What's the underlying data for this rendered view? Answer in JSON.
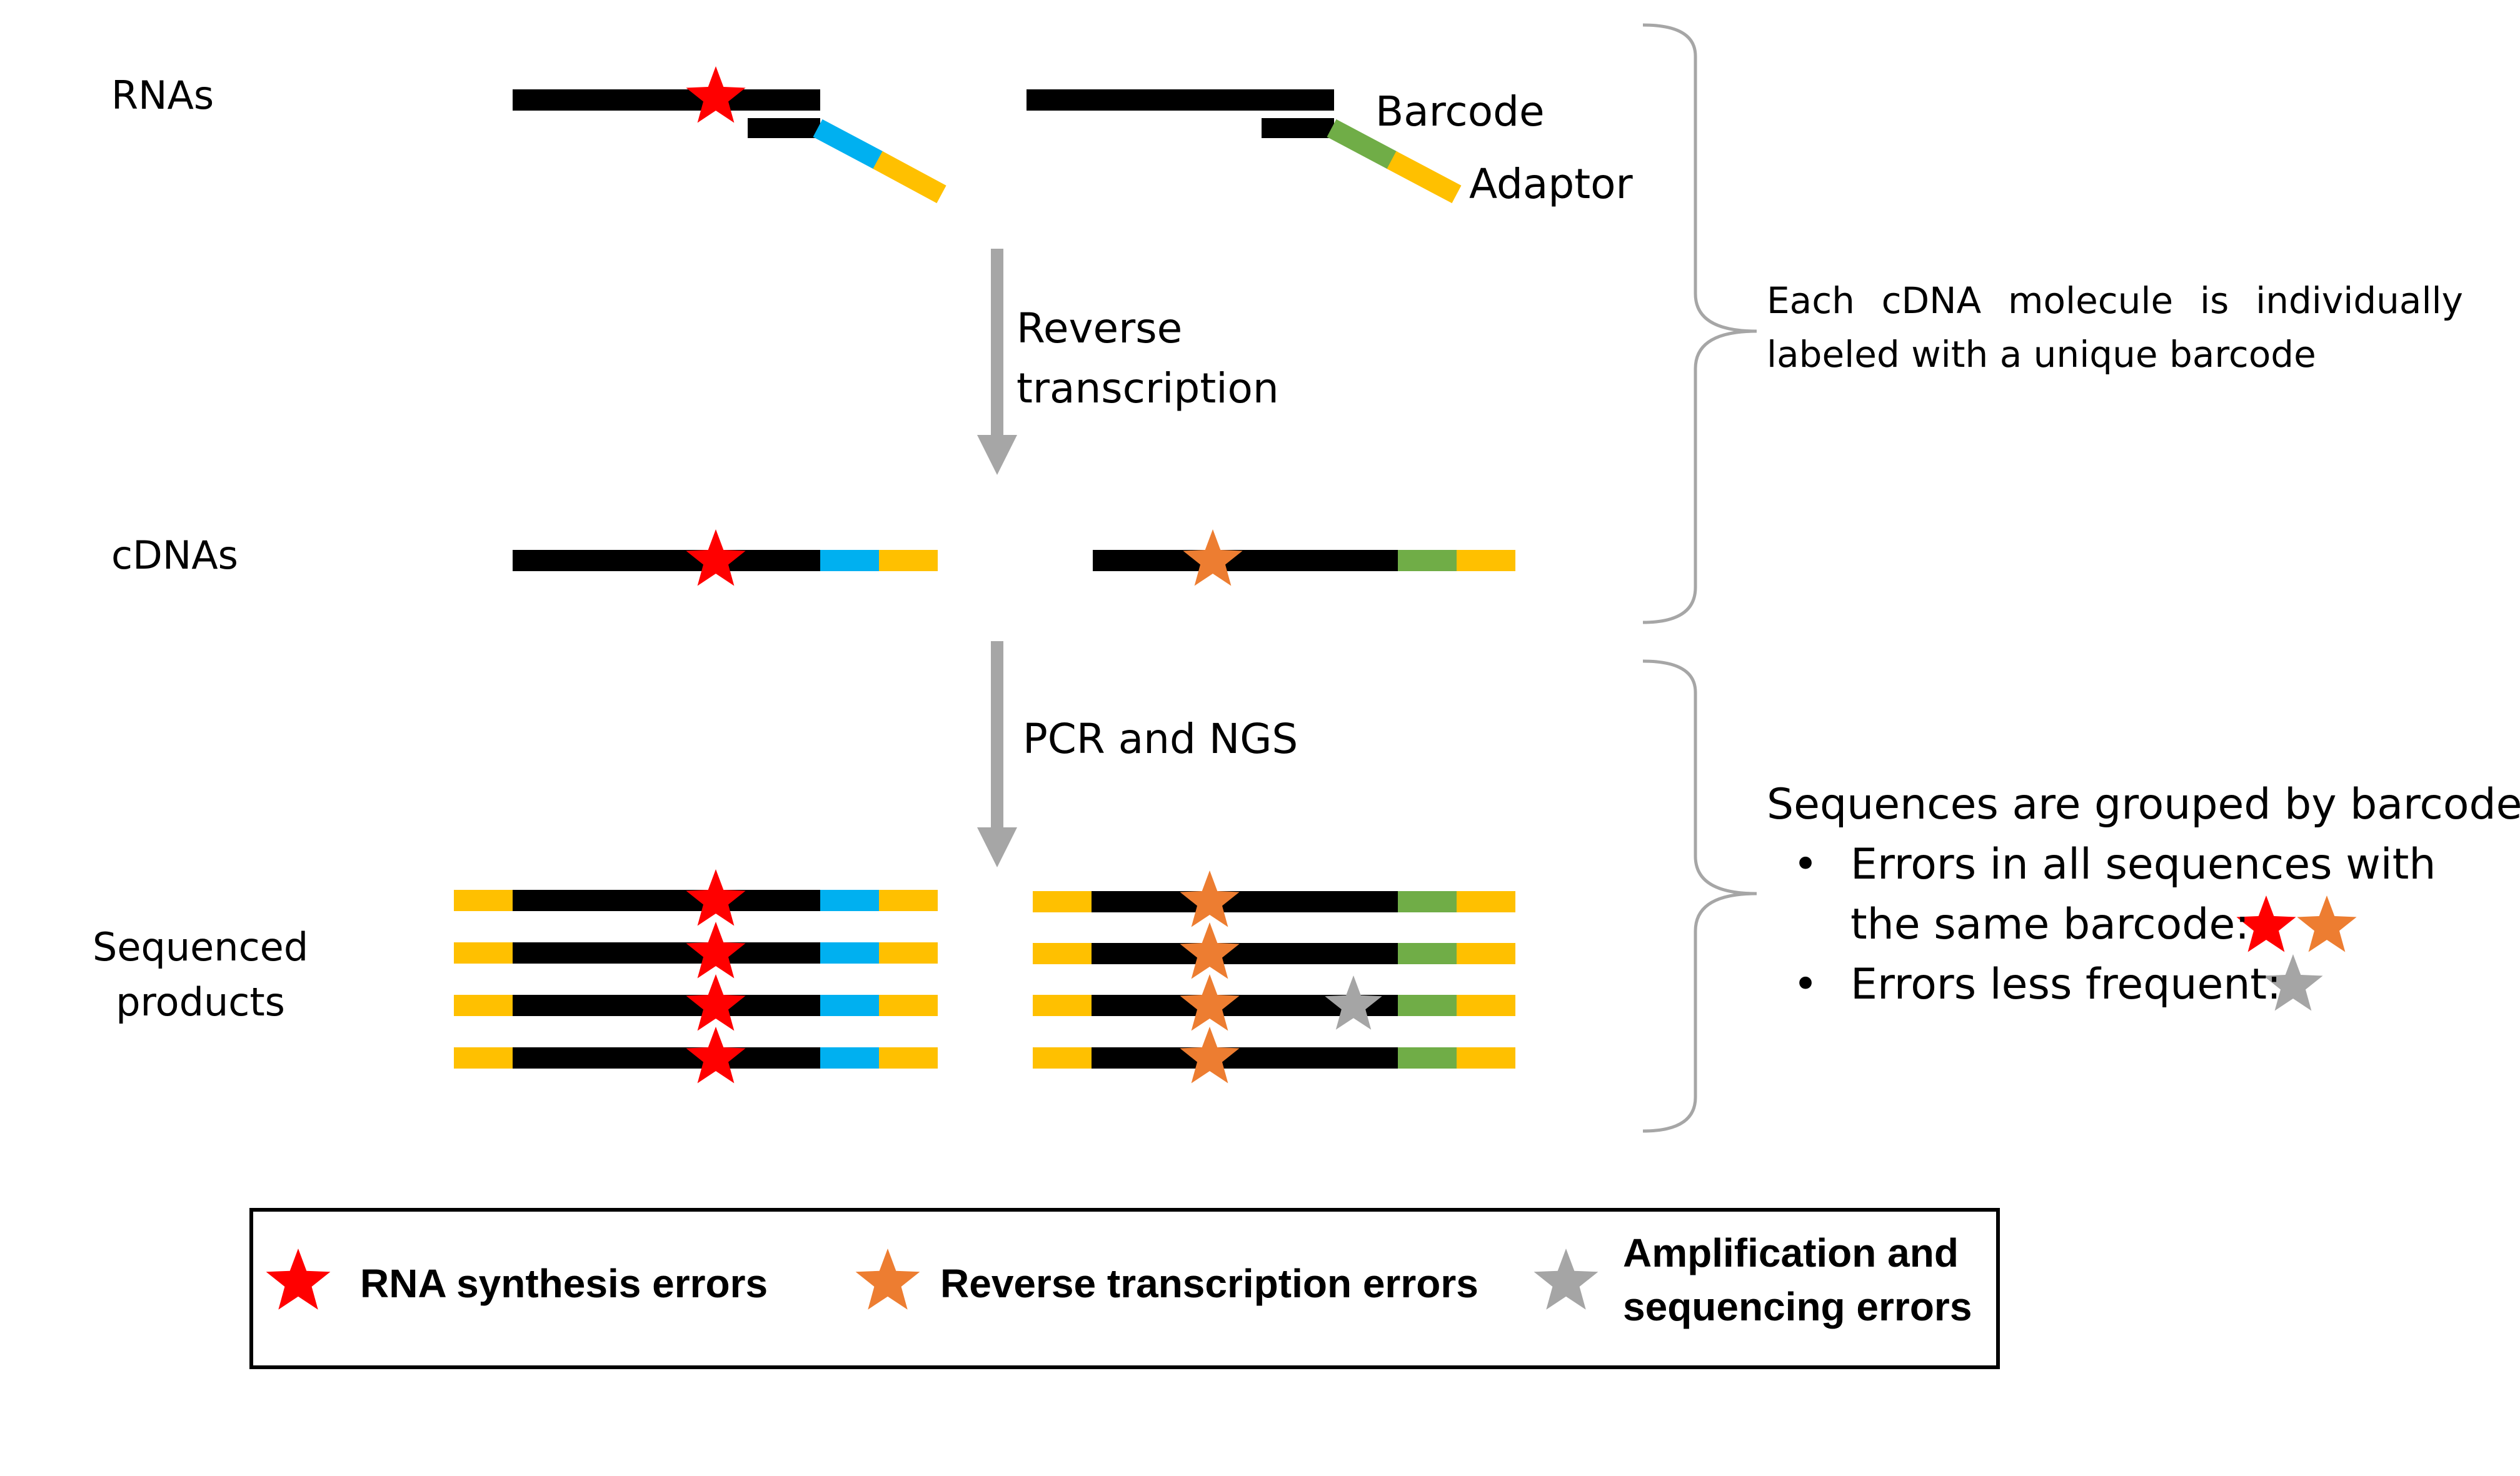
{
  "stages": {
    "rnas": "RNAs",
    "cdnas": "cDNAs",
    "sequenced_line1": "Sequenced",
    "sequenced_line2": "products"
  },
  "labels": {
    "barcode": "Barcode",
    "adaptor": "Adaptor"
  },
  "steps": {
    "reverse_line1": "Reverse",
    "reverse_line2": "transcription",
    "pcr": "PCR and NGS"
  },
  "notes": {
    "cdna_line1": "Each cDNA molecule is individually",
    "cdna_line2": "labeled with a unique barcode",
    "grouped": "Sequences are grouped by barcode:",
    "bullet1_line1": "Errors in all sequences with",
    "bullet1_line2": "the same barcode:",
    "bullet2": "Errors less frequent:",
    "bullet_char": "•"
  },
  "legend": {
    "rna_synthesis": "RNA synthesis errors",
    "reverse_transcription": "Reverse transcription errors",
    "amp_line1": "Amplification and",
    "amp_line2": "sequencing errors"
  },
  "colors": {
    "strand": "#000000",
    "barcode_blue": "#00B0F0",
    "barcode_green": "#70AD47",
    "adaptor": "#FFC000",
    "rna_error": "#FF0000",
    "rt_error": "#ED7D31",
    "seq_error": "#A5A5A5",
    "arrow": "#A6A6A6",
    "brace": "#A6A6A6"
  }
}
